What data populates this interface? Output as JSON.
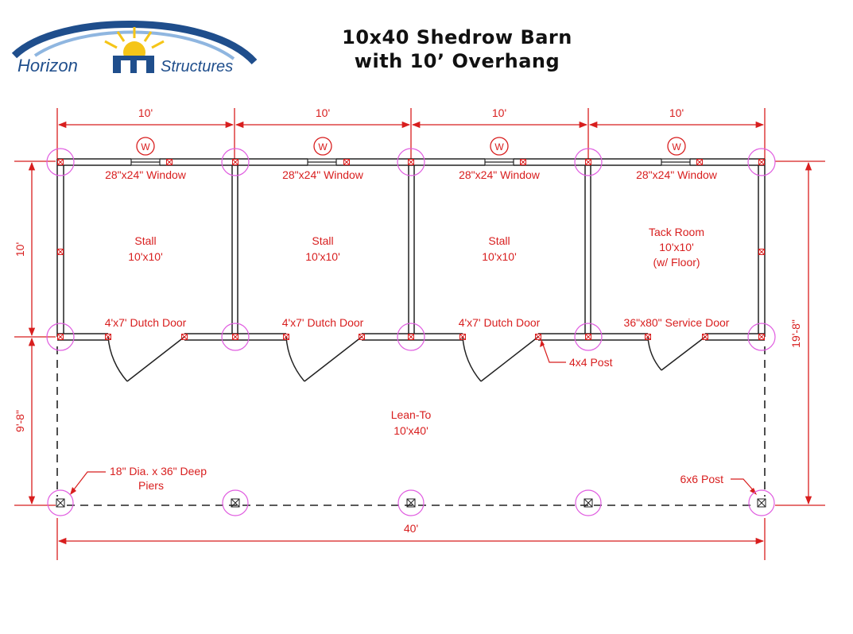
{
  "logo": {
    "left_word": "Horizon",
    "right_word": "Structures",
    "colors": {
      "arc": "#1f4e8c",
      "sun": "#f5c518",
      "text": "#1f4e8c"
    }
  },
  "title": {
    "line1": "10x40 Shedrow Barn",
    "line2": "with 10’ Overhang"
  },
  "dimensions": {
    "bay": "10'",
    "left_upper": "10'",
    "left_lower": "9'-8\"",
    "right_total": "19'-8\"",
    "bottom_total": "40'"
  },
  "rooms": [
    {
      "name": "Stall",
      "size": "10'x10'",
      "extra": "",
      "window": "28\"x24\" Window",
      "door": "4'x7' Dutch Door"
    },
    {
      "name": "Stall",
      "size": "10'x10'",
      "extra": "",
      "window": "28\"x24\" Window",
      "door": "4'x7' Dutch Door"
    },
    {
      "name": "Stall",
      "size": "10'x10'",
      "extra": "",
      "window": "28\"x24\" Window",
      "door": "4'x7' Dutch Door"
    },
    {
      "name": "Tack Room",
      "size": "10'x10'",
      "extra": "(w/ Floor)",
      "window": "28\"x24\" Window",
      "door": "36\"x80\" Service Door"
    }
  ],
  "window_marker": "W",
  "lean_to": {
    "name": "Lean-To",
    "size": "10'x40'"
  },
  "callouts": {
    "post_4x4": "4x4 Post",
    "piers_line1": "18\" Dia. x 36\" Deep",
    "piers_line2": "Piers",
    "post_6x6": "6x6 Post"
  },
  "colors": {
    "dimension": "#d81e1e",
    "post_circle": "#e05ce0",
    "wall": "#222222"
  }
}
